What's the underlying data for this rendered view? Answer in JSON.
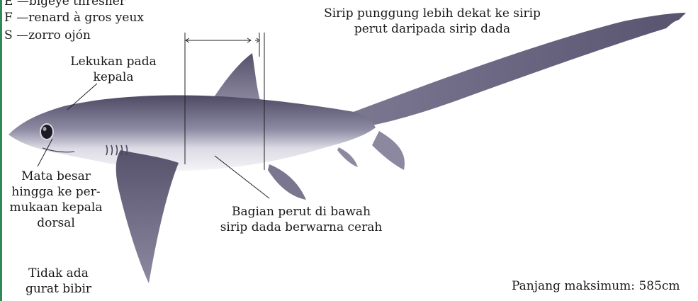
{
  "colors": {
    "edge_bar": "#2f8a57",
    "body_dark": "#5b566e",
    "body_mid": "#8b88a0",
    "belly": "#f1eff4",
    "fin": "#6a6580",
    "line": "#222222"
  },
  "names": [
    {
      "lang": "E",
      "dash": "—",
      "name": "bigeye thresher"
    },
    {
      "lang": "F",
      "dash": "—",
      "name": "renard à gros yeux"
    },
    {
      "lang": "S",
      "dash": "—",
      "name": "zorro ojón"
    }
  ],
  "labels": {
    "head_notch": [
      "Lekukan pada",
      "kepala"
    ],
    "dorsal_fin": [
      "Sirip punggung lebih dekat ke sirip",
      "perut daripada sirip dada"
    ],
    "eye": [
      "Mata besar",
      "hingga ke per-",
      "mukaan kepala",
      "dorsal"
    ],
    "lip": [
      "Tidak ada",
      "gurat bibir"
    ],
    "belly": [
      "Bagian perut di bawah",
      "sirip dada berwarna cerah"
    ],
    "max_length": "Panjang maksimum: 585cm"
  }
}
